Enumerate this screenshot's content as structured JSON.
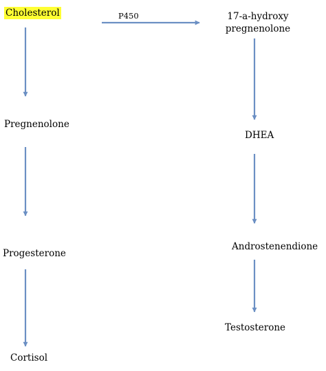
{
  "colors": {
    "arrow": "#6b8fc3",
    "highlight": "#ffff33"
  },
  "nodes": {
    "cholesterol": "Cholesterol",
    "pregnenolone": "Pregnenolone",
    "progesterone": "Progesterone",
    "cortisol": "Cortisol",
    "hydroxy_line1": "17-a-hydroxy",
    "hydroxy_line2": "pregnenolone",
    "dhea": "DHEA",
    "androstenedione": "Androstenendione",
    "testosterone": "Testosterone"
  },
  "edges": {
    "cholesterol_to_hydroxy_label": "P450"
  }
}
